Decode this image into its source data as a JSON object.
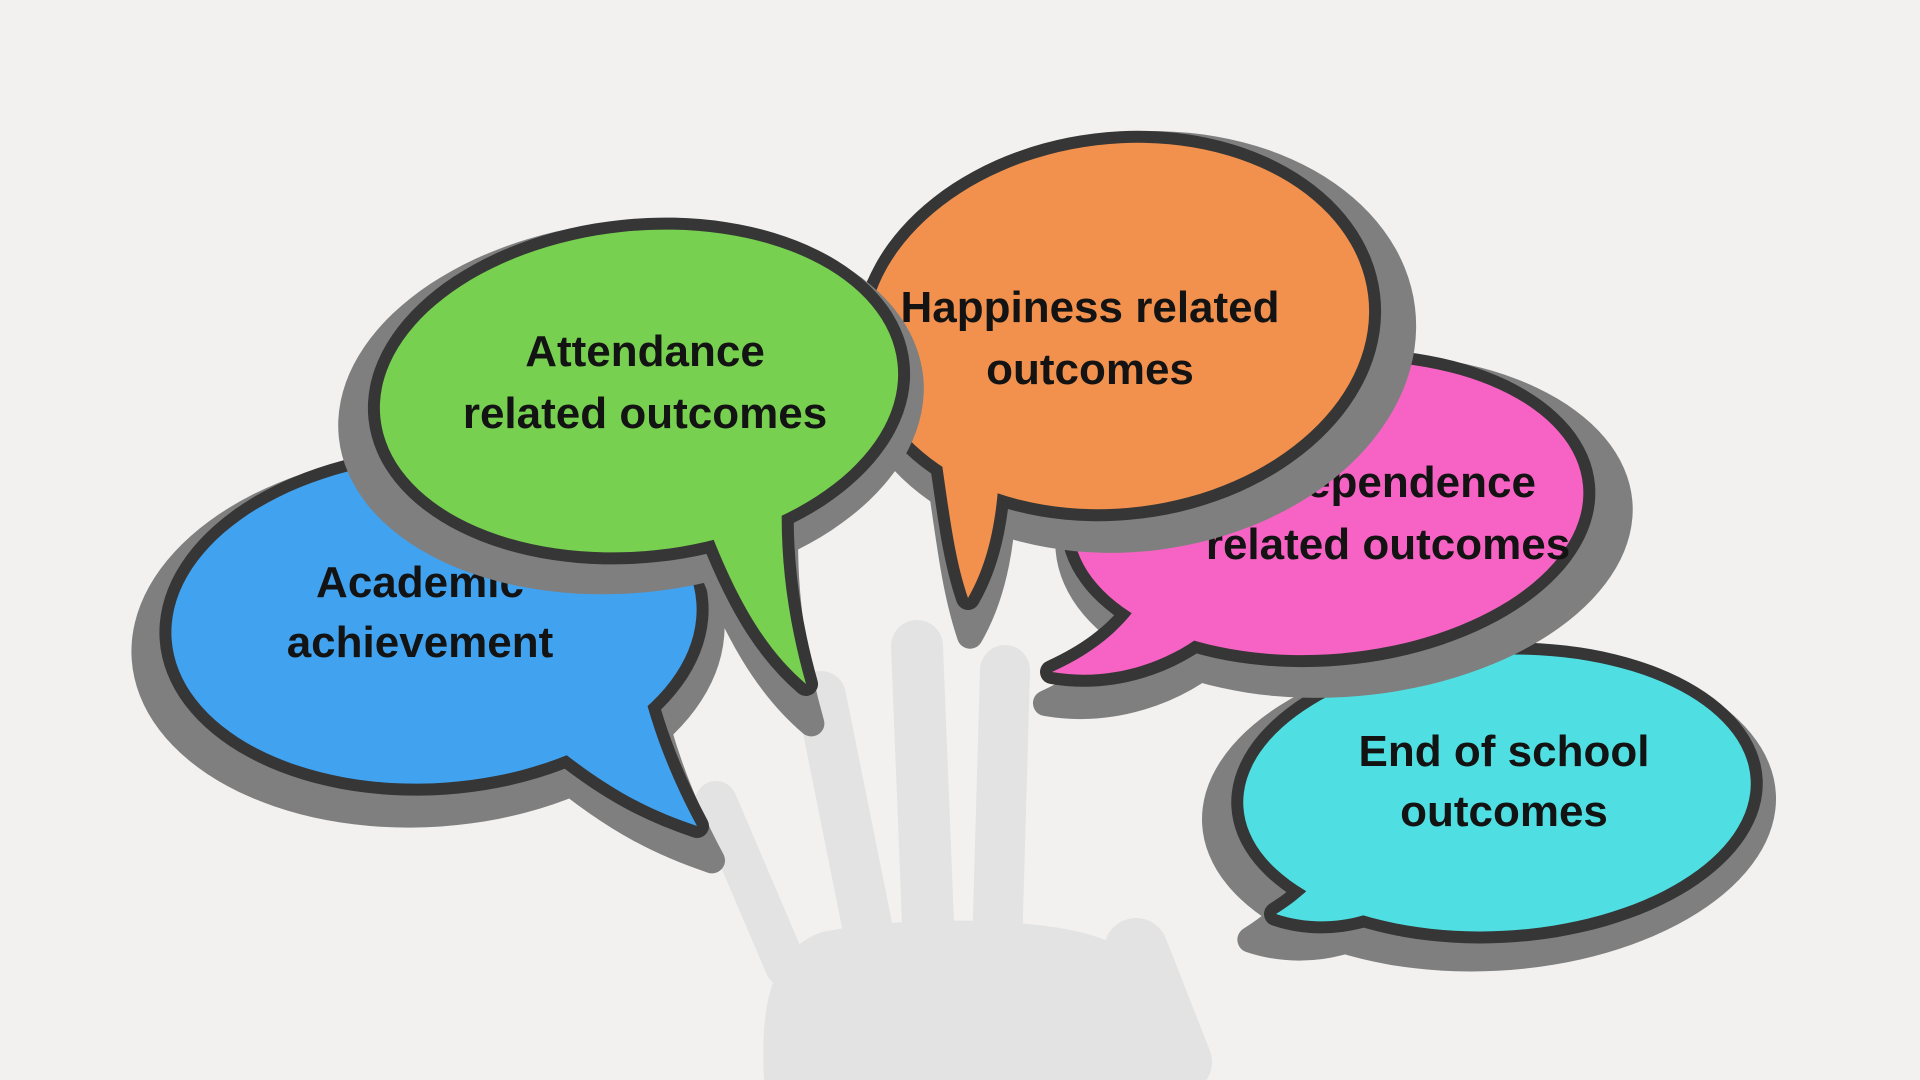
{
  "colors": {
    "background": "#f2f1ef",
    "outline": "#363636",
    "shadow": "#7f7f7f",
    "text": "#131313"
  },
  "hand": {
    "description": "grayscale photo of an open hand, fingers spread, reaching up from bottom center",
    "color": "#e3e3e3"
  },
  "bubbles": {
    "academic": {
      "label": "Academic achievement",
      "line1": "Academic",
      "line2": "achievement",
      "color": "#41a3f0"
    },
    "attendance": {
      "label": "Attendance related outcomes",
      "line1": "Attendance",
      "line2": "related outcomes",
      "color": "#77d04f"
    },
    "happiness": {
      "label": "Happiness related outcomes",
      "line1": "Happiness related",
      "line2": "outcomes",
      "color": "#f2914d"
    },
    "independence": {
      "label": "Independence related outcomes",
      "line1": "Independence",
      "line2": "related outcomes",
      "color": "#f763c4"
    },
    "end_of_school": {
      "label": "End of school outcomes",
      "line1": "End of school",
      "line2": "outcomes",
      "color": "#4fdfe2"
    }
  }
}
